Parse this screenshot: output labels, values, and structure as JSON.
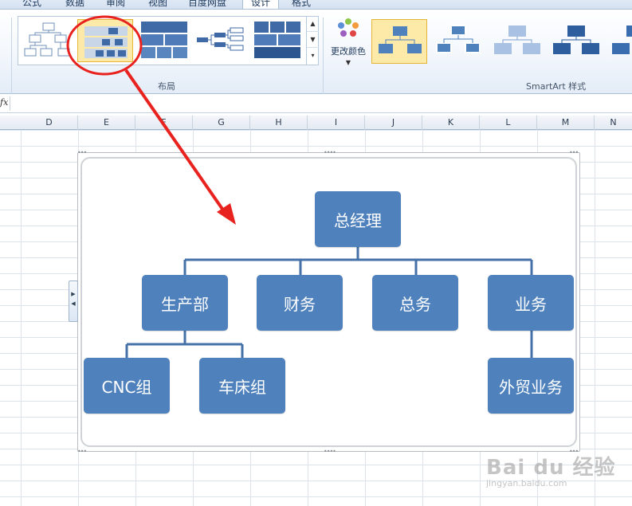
{
  "ribbon": {
    "tabs": [
      {
        "label": "公式"
      },
      {
        "label": "数据"
      },
      {
        "label": "审阅"
      },
      {
        "label": "视图"
      },
      {
        "label": "百度网盘"
      },
      {
        "label": "设计"
      },
      {
        "label": "格式"
      }
    ],
    "active_tab": "设计",
    "layout_group_label": "布局",
    "change_colors_label": "更改颜色",
    "smartart_styles_label": "SmartArt 样式"
  },
  "formula_bar": {
    "fx_label": "fx",
    "value": ""
  },
  "columns": [
    "D",
    "E",
    "F",
    "G",
    "H",
    "I",
    "J",
    "K",
    "L",
    "M",
    "N"
  ],
  "org_chart": {
    "root": "总经理",
    "level2": [
      "生产部",
      "财务",
      "总务",
      "业务"
    ],
    "production_children": [
      "CNC组",
      "车床组"
    ],
    "business_children": [
      "外贸业务"
    ]
  },
  "colors": {
    "node_fill": "#4f81bd",
    "connector": "#4472a8",
    "annotation": "#e8231f",
    "selection_highlight": "#fde9a8"
  },
  "watermark": {
    "main": "Bai du 经验",
    "sub": "jingyan.baidu.com"
  }
}
